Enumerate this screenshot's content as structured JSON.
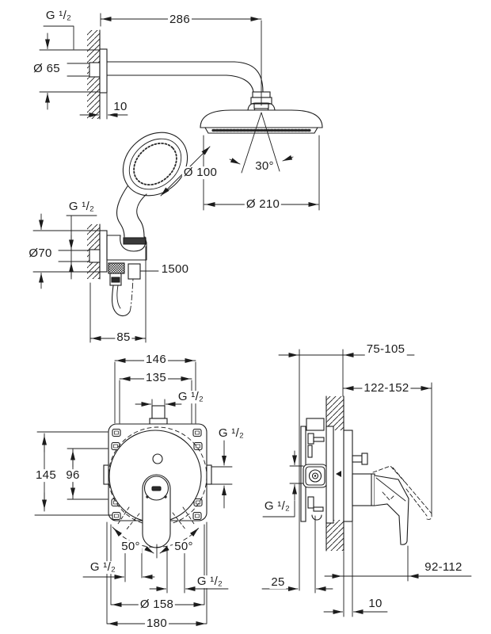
{
  "drawing": {
    "kind": "shower system installation dimensions",
    "line_color": "#1c1c1c",
    "background": "#ffffff"
  },
  "views": {
    "head_shower": {
      "dims": {
        "arm_thread": "G ¹/₂",
        "flange_dia": "Ø 65",
        "arm_reach": "286",
        "flange_depth": "10",
        "spray_angle": "30°",
        "hand_dia": "Ø 100",
        "head_dia": "Ø 210"
      }
    },
    "hand_shower": {
      "dims": {
        "union_thread": "G ¹/₂",
        "flange_dia": "Ø70",
        "hose_length": "1500",
        "wall_offset": "85"
      }
    },
    "mixer_front": {
      "dims": {
        "outer_width": "146",
        "inner_width": "135",
        "top_thread": "G ¹/₂",
        "side_thread": "G ¹/₂",
        "outer_height": "145",
        "inner_height": "96",
        "swing_left": "50°",
        "swing_right": "50°",
        "bottom_left_thread": "G ¹/₂",
        "bottom_right_thread": "G ¹/₂",
        "escutcheon_dia": "Ø 158",
        "plate_width": "180"
      }
    },
    "mixer_side": {
      "dims": {
        "depth_range": "75-105",
        "reach_range": "122-152",
        "inlet_thread": "G ¹/₂",
        "body_depth": "25",
        "lever_range": "92-112",
        "wall_clearance": "10"
      }
    }
  }
}
